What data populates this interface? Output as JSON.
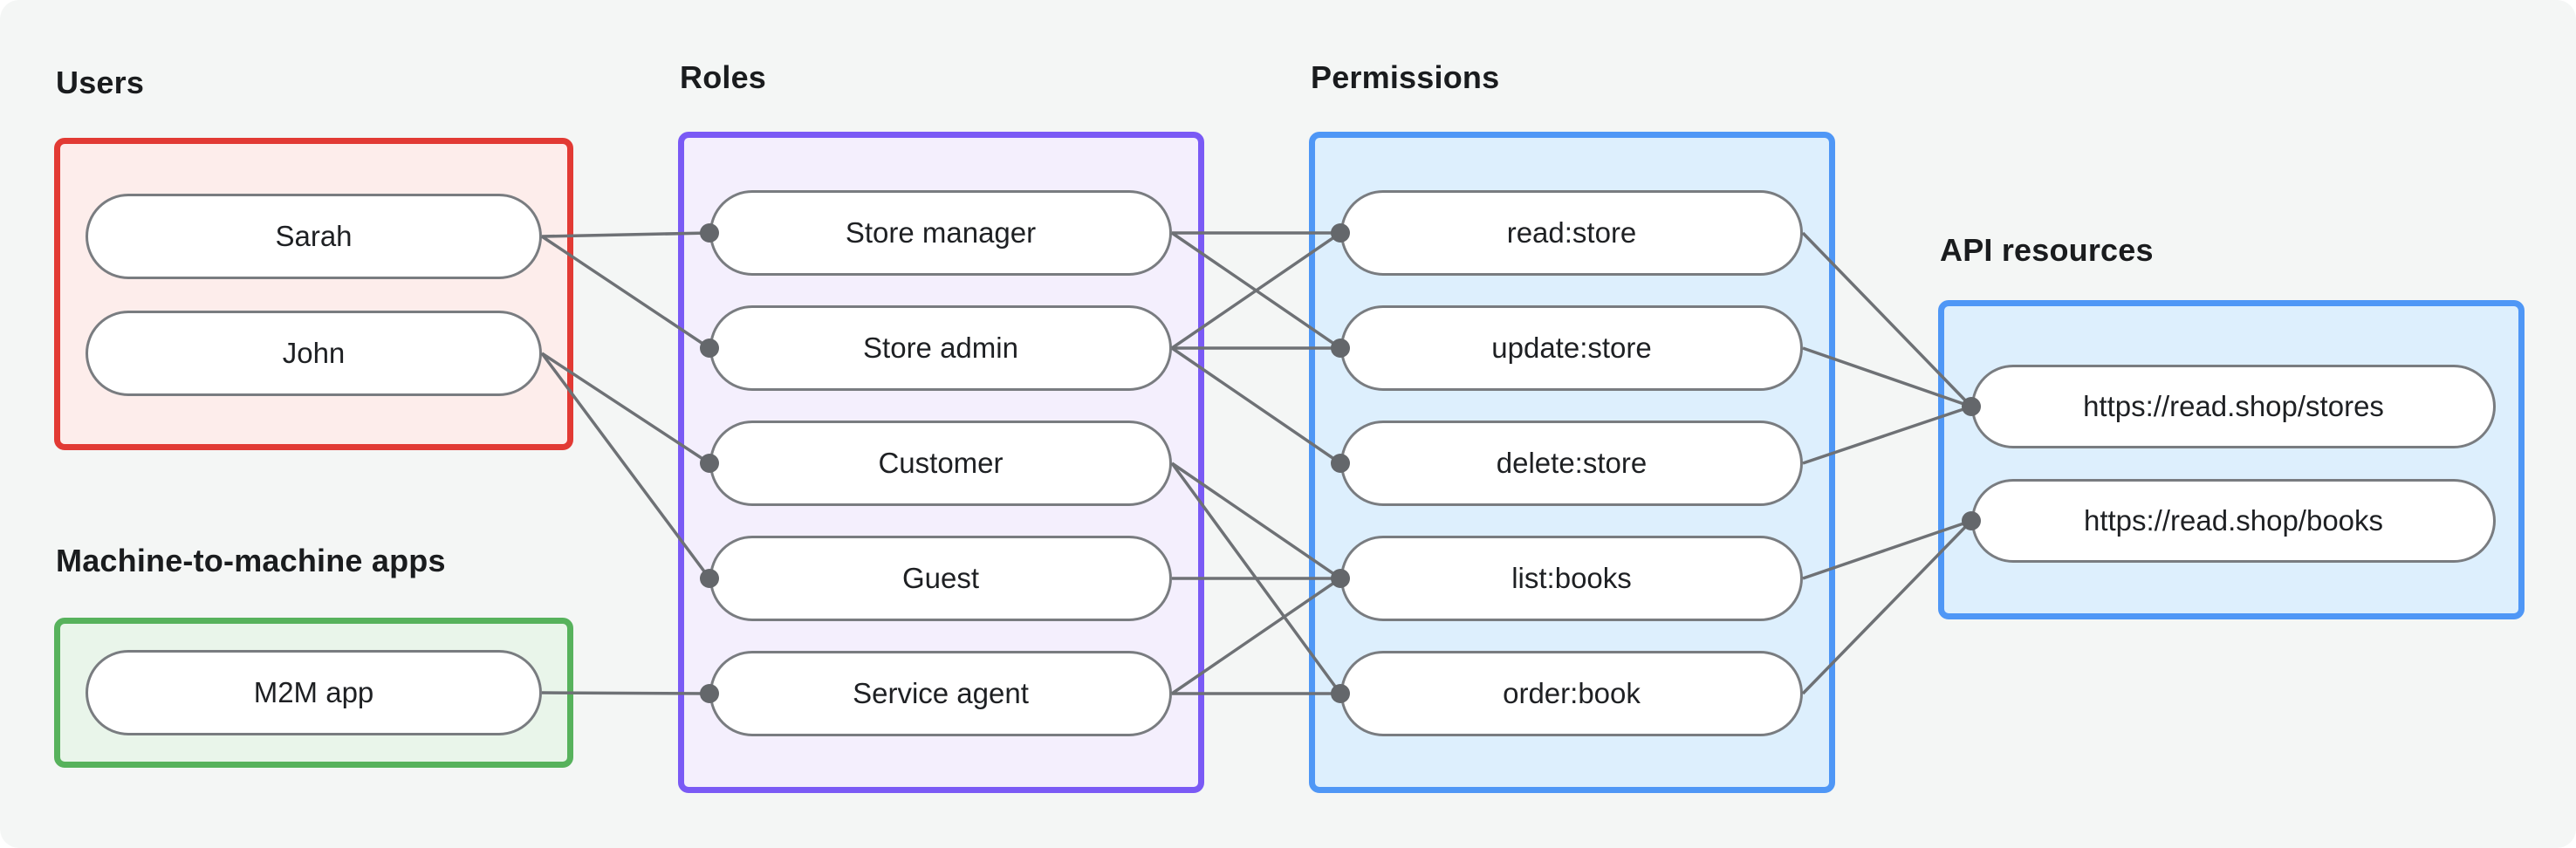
{
  "diagram": {
    "background_color": "#f4f6f5",
    "edge_color": "#6e7175",
    "dot_color": "#64676b",
    "node_border_color": "#797c80",
    "groups": {
      "users": {
        "title": "Users",
        "border_color": "#e23a34",
        "fill_color": "#fdedeb",
        "nodes": [
          {
            "id": "sarah",
            "label": "Sarah"
          },
          {
            "id": "john",
            "label": "John"
          }
        ]
      },
      "m2m": {
        "title": "Machine-to-machine apps",
        "border_color": "#57b25c",
        "fill_color": "#e9f5ea",
        "nodes": [
          {
            "id": "m2m_app",
            "label": "M2M app"
          }
        ]
      },
      "roles": {
        "title": "Roles",
        "border_color": "#7a5af5",
        "fill_color": "#f4effd",
        "nodes": [
          {
            "id": "store_manager",
            "label": "Store manager"
          },
          {
            "id": "store_admin",
            "label": "Store admin"
          },
          {
            "id": "customer",
            "label": "Customer"
          },
          {
            "id": "guest",
            "label": "Guest"
          },
          {
            "id": "service_agent",
            "label": "Service agent"
          }
        ]
      },
      "permissions": {
        "title": "Permissions",
        "border_color": "#4f97f6",
        "fill_color": "#ddeffd",
        "nodes": [
          {
            "id": "read_store",
            "label": "read:store"
          },
          {
            "id": "update_store",
            "label": "update:store"
          },
          {
            "id": "delete_store",
            "label": "delete:store"
          },
          {
            "id": "list_books",
            "label": "list:books"
          },
          {
            "id": "order_book",
            "label": "order:book"
          }
        ]
      },
      "api": {
        "title": "API resources",
        "border_color": "#4f97f6",
        "fill_color": "#ddeffd",
        "nodes": [
          {
            "id": "stores",
            "label": "https://read.shop/stores"
          },
          {
            "id": "books",
            "label": "https://read.shop/books"
          }
        ]
      }
    },
    "edges": [
      {
        "from": "sarah",
        "to": "store_manager"
      },
      {
        "from": "sarah",
        "to": "store_admin"
      },
      {
        "from": "john",
        "to": "customer"
      },
      {
        "from": "john",
        "to": "guest"
      },
      {
        "from": "m2m_app",
        "to": "service_agent"
      },
      {
        "from": "store_manager",
        "to": "read_store"
      },
      {
        "from": "store_manager",
        "to": "update_store"
      },
      {
        "from": "store_admin",
        "to": "read_store"
      },
      {
        "from": "store_admin",
        "to": "update_store"
      },
      {
        "from": "store_admin",
        "to": "delete_store"
      },
      {
        "from": "customer",
        "to": "list_books"
      },
      {
        "from": "customer",
        "to": "order_book"
      },
      {
        "from": "guest",
        "to": "list_books"
      },
      {
        "from": "service_agent",
        "to": "list_books"
      },
      {
        "from": "service_agent",
        "to": "order_book"
      },
      {
        "from": "read_store",
        "to": "stores"
      },
      {
        "from": "update_store",
        "to": "stores"
      },
      {
        "from": "delete_store",
        "to": "stores"
      },
      {
        "from": "list_books",
        "to": "books"
      },
      {
        "from": "order_book",
        "to": "books"
      }
    ]
  }
}
